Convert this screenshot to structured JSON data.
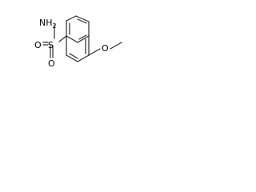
{
  "molecule": {
    "labels": {
      "amine": "NH",
      "amine_subscript": "2",
      "sulfur": "S",
      "oxygen_upper": "O",
      "oxygen_lower": "O",
      "methoxy_oxygen": "O"
    }
  }
}
